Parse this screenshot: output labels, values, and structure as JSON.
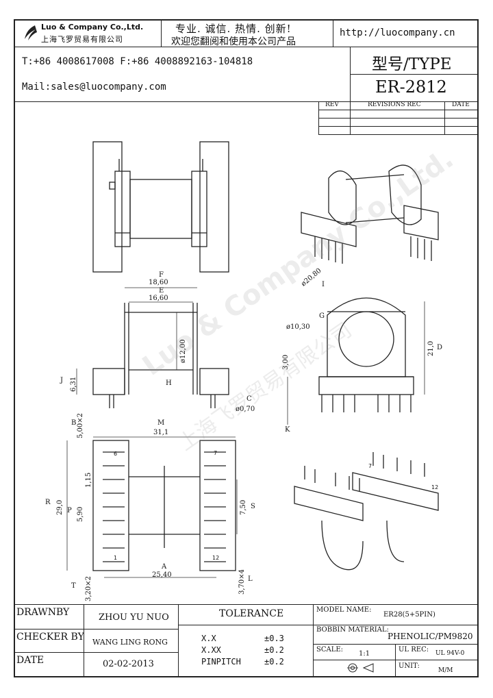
{
  "header": {
    "company_name": "Luo & Company Co.,Ltd.",
    "company_name_cn": "上海飞罗贸易有限公司",
    "slogan": "专业. 诚信. 热情. 创新!",
    "slogan_sub": "欢迎您翻阅和使用本公司产品",
    "website": "http://luocompany.cn",
    "phone_fax": "T:+86 4008617008 F:+86 4008892163-104818",
    "email": "Mail:sales@luocompany.com",
    "type_label": "型号/TYPE",
    "model": "ER-2812"
  },
  "revisions": {
    "col_rev": "REV",
    "col_rec": "REVISIONS REC",
    "col_date": "DATE"
  },
  "dimensions": {
    "F": "18,60",
    "E": "16,60",
    "H": "ø12,00",
    "J": "6,31",
    "C": "ø0,70",
    "I": "ø20,80",
    "G": "ø10,30",
    "D": "21,0",
    "K": "3,00",
    "B": "5,00×2",
    "M": "31,1",
    "N": "1,15",
    "R": "29,0",
    "P": "5,90",
    "S": "7,50",
    "A": "25,40",
    "T": "3,20×2",
    "L": "3,70×4"
  },
  "dim_letters": [
    "F",
    "E",
    "H",
    "J",
    "C",
    "I",
    "G",
    "D",
    "K",
    "B",
    "M",
    "R",
    "P",
    "S",
    "A",
    "T",
    "L"
  ],
  "pin_labels": [
    "6",
    "7",
    "12",
    "1",
    "7",
    "12"
  ],
  "watermark": {
    "en": "Luo & Company Co.,Ltd.",
    "cn": "上海飞罗贸易有限公司"
  },
  "footer": {
    "drawnby_label": "DRAWNBY",
    "drawnby_value": "ZHOU YU NUO",
    "checker_label": "CHECKER BY",
    "checker_value": "WANG LING RONG",
    "date_label": "DATE",
    "date_value": "02-02-2013",
    "tolerance_label": "TOLERANCE",
    "tol1_label": "X.X",
    "tol1_value": "±0.3",
    "tol2_label": "X.XX",
    "tol2_value": "±0.2",
    "tol3_label": "PINPITCH",
    "tol3_value": "±0.2",
    "model_name_label": "MODEL NAME:",
    "model_name_value": "ER28(5+5PIN)",
    "bobbin_label": "BOBBIN MATERIAL:",
    "bobbin_value": "PHENOLIC/PM9820",
    "scale_label": "SCALE:",
    "scale_value": "1:1",
    "ul_label": "UL REC:",
    "ul_value": "UL 94V-0",
    "unit_label": "UNIT:",
    "unit_value": "M/M"
  }
}
